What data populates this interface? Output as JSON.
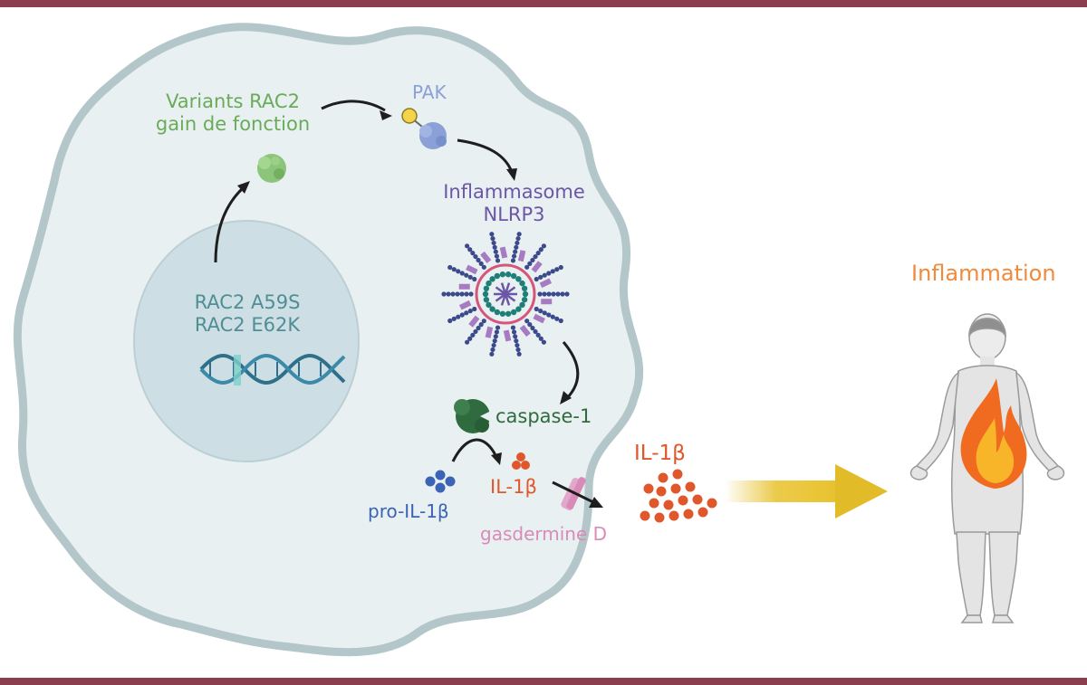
{
  "colors": {
    "frame": "#8a3e4e",
    "cell_fill": "#e8f0f1",
    "cell_border": "#b3c6c9",
    "nucleus": "#cddfe4",
    "green": "#6aab5a",
    "blue_pak": "#8aa0d6",
    "purple": "#6b56a8",
    "teal": "#4e8e94",
    "dark_green": "#2f6b3e",
    "orange_red": "#e0572c",
    "blue_dots": "#3b63b6",
    "pink": "#d98bb8",
    "orange_label": "#f08a3c",
    "arrow_yellow": "#e8c22d"
  },
  "labels": {
    "variants_line1": "Variants RAC2",
    "variants_line2": "gain de fonction",
    "pak": "PAK",
    "inflammasome_line1": "Inflammasome",
    "inflammasome_line2": "NLRP3",
    "mutation_line1": "RAC2 A59S",
    "mutation_line2": "RAC2 E62K",
    "caspase": "caspase-1",
    "il1b_inside": "IL-1β",
    "pro_il1b": "pro-IL-1β",
    "gasdermin": "gasdermine D",
    "il1b_outside": "IL-1β",
    "inflammation": "Inflammation"
  },
  "icons": {
    "dna": "dna-helix-icon",
    "protein_rac2": "protein-blob-icon",
    "protein_pak": "protein-blob-icon",
    "inflammasome": "inflammasome-ring-icon",
    "caspase": "caspase-protein-icon",
    "human": "human-body-icon",
    "flame": "flame-icon"
  }
}
